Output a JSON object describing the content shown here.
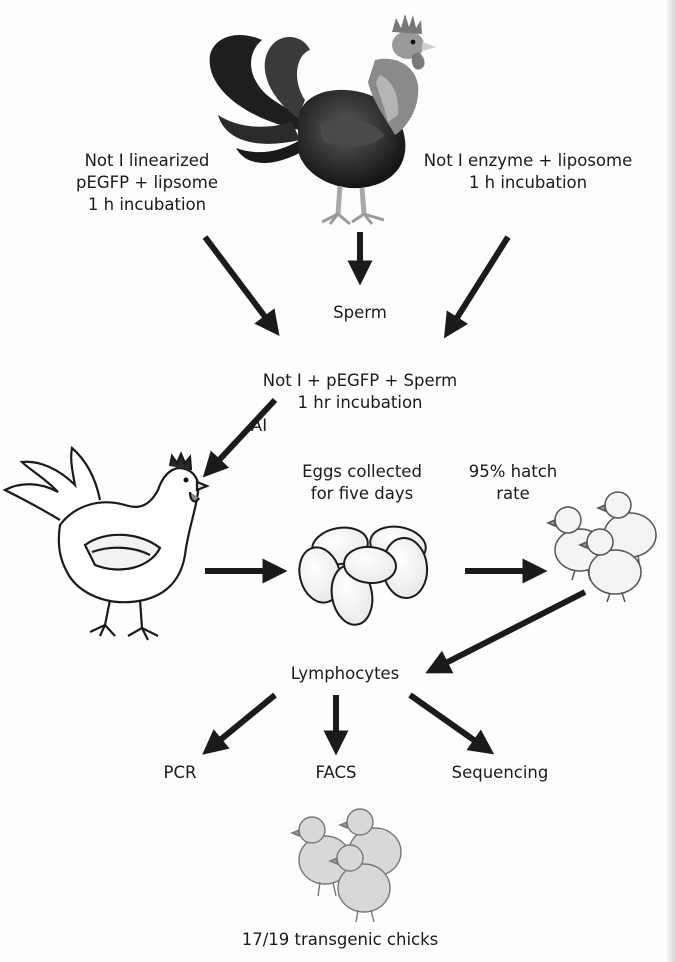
{
  "top_left_label": [
    "Not I linearized",
    "pEGFP + lipsome",
    "1 h incubation"
  ],
  "top_right_label": [
    "Not I enzyme + liposome",
    "1 h incubation"
  ],
  "sperm_label": "Sperm",
  "mix_label": [
    "Not I + pEGFP + Sperm",
    "1 hr incubation"
  ],
  "ai_label": "AI",
  "eggs_label": [
    "Eggs collected",
    "for five days"
  ],
  "hatch_label": [
    "95% hatch",
    "rate"
  ],
  "lymphocytes_label": "Lymphocytes",
  "assays": [
    "PCR",
    "FACS",
    "Sequencing"
  ],
  "result_label": "17/19  transgenic chicks",
  "icons": [
    "rooster-icon",
    "hen-icon",
    "eggs-icon",
    "chicks-icon",
    "transgenic-chicks-icon"
  ],
  "colors": {
    "arrow": "#1b1b1b",
    "text": "#1a1a1a",
    "rooster_body": "#2a2a2a",
    "chick_fill": "#d8d8d8"
  }
}
